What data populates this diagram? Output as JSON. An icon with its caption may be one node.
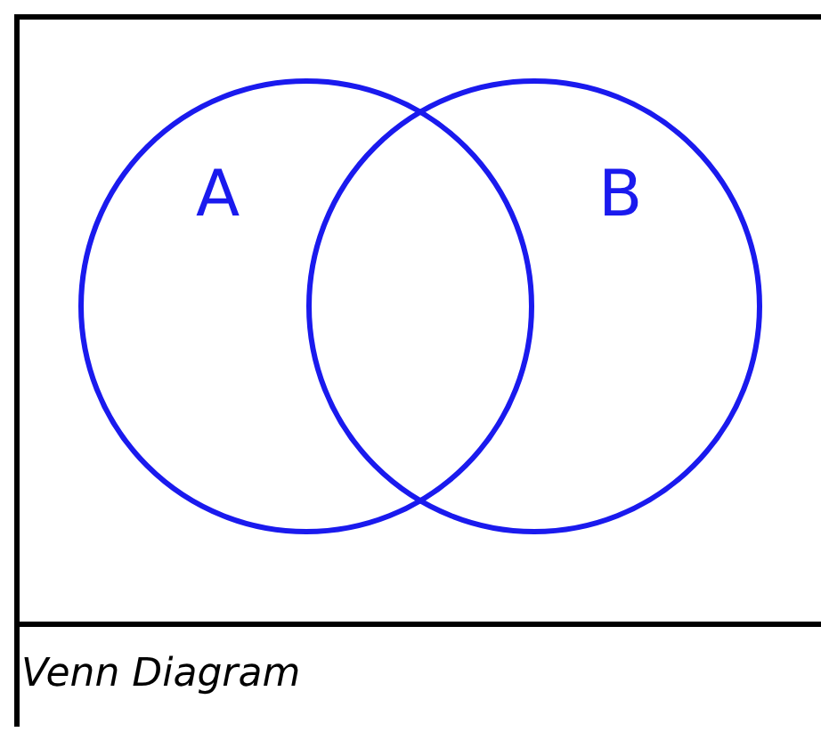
{
  "diagram": {
    "caption": "Venn Diagram",
    "nodes": [
      {
        "text": [
          "A"
        ]
      },
      {
        "text": [
          "B"
        ]
      }
    ]
  }
}
